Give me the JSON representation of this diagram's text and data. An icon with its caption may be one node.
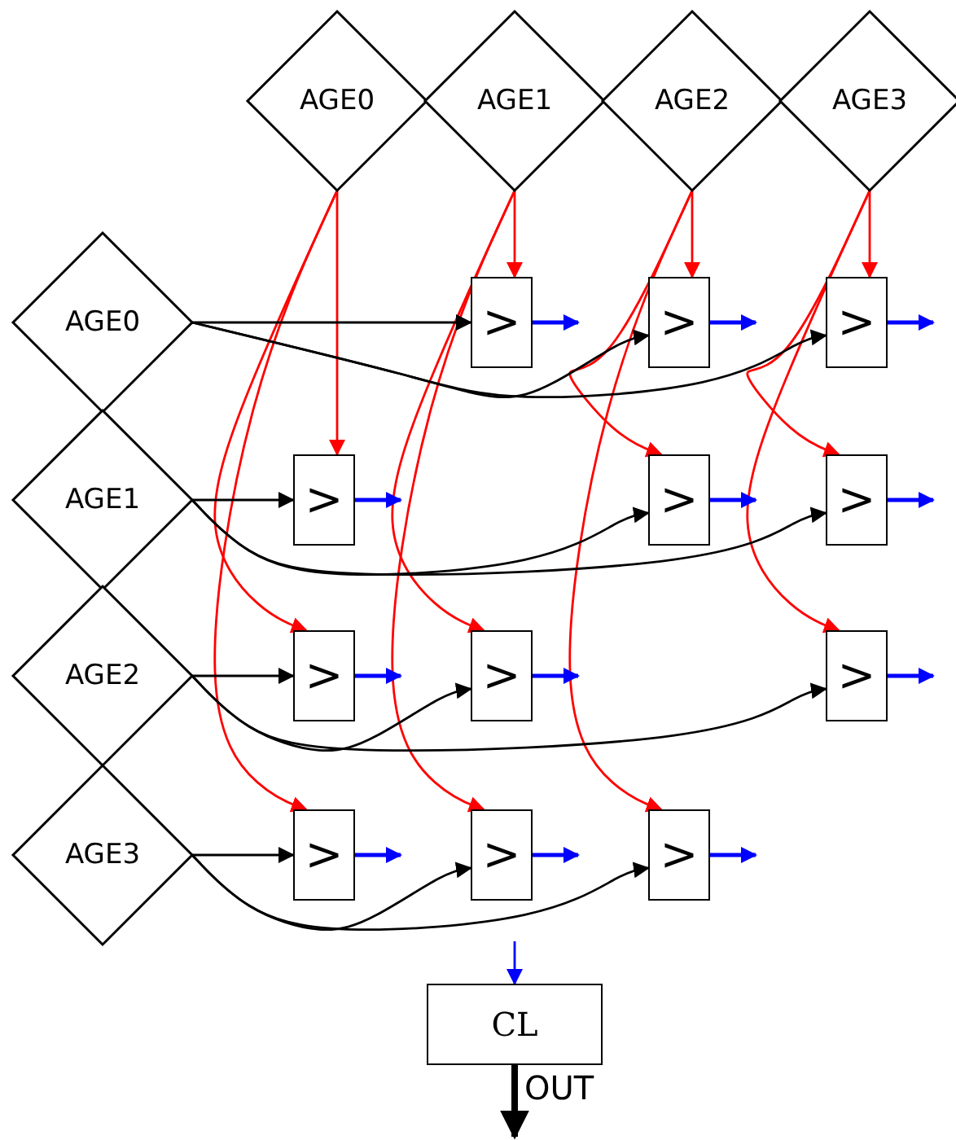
{
  "diagram": {
    "nodes": [
      {
        "text": [
          "AGE0"
        ]
      },
      {
        "text": [
          "AGE1"
        ]
      },
      {
        "text": [
          "AGE2"
        ]
      },
      {
        "text": [
          "AGE3"
        ]
      },
      {
        "text": [
          "AGE0"
        ]
      },
      {
        "text": [
          ">"
        ]
      },
      {
        "text": [
          ">"
        ]
      },
      {
        "text": [
          ">"
        ]
      },
      {
        "text": [
          "AGE1"
        ]
      },
      {
        "text": [
          ">"
        ]
      },
      {
        "text": [
          ">"
        ]
      },
      {
        "text": [
          ">"
        ]
      },
      {
        "text": [
          "AGE2"
        ]
      },
      {
        "text": [
          ">"
        ]
      },
      {
        "text": [
          ">"
        ]
      },
      {
        "text": [
          ">"
        ]
      },
      {
        "text": [
          "AGE3"
        ]
      },
      {
        "text": [
          ">"
        ]
      },
      {
        "text": [
          ">"
        ]
      },
      {
        "text": [
          ">"
        ]
      },
      {
        "text": [
          "CL"
        ]
      }
    ],
    "edges": [
      {
        "from": 1,
        "to": 5,
        "arrow": "to",
        "color": "#ff0000"
      },
      {
        "from": 2,
        "to": 6,
        "arrow": "to",
        "color": "#ff0000"
      },
      {
        "from": 3,
        "to": 7,
        "arrow": "to",
        "color": "#ff0000"
      },
      {
        "from": 0,
        "to": 9,
        "arrow": "to",
        "color": "#ff0000"
      },
      {
        "from": 2,
        "to": 10,
        "arrow": "to",
        "color": "#ff0000"
      },
      {
        "from": 3,
        "to": 11,
        "arrow": "to",
        "color": "#ff0000"
      },
      {
        "from": 0,
        "to": 13,
        "arrow": "to",
        "color": "#ff0000"
      },
      {
        "from": 1,
        "to": 14,
        "arrow": "to",
        "color": "#ff0000"
      },
      {
        "from": 3,
        "to": 15,
        "arrow": "to",
        "color": "#ff0000"
      },
      {
        "from": 0,
        "to": 17,
        "arrow": "to",
        "color": "#ff0000"
      },
      {
        "from": 1,
        "to": 18,
        "arrow": "to",
        "color": "#ff0000"
      },
      {
        "from": 2,
        "to": 19,
        "arrow": "to",
        "color": "#ff0000"
      },
      {
        "from": 4,
        "to": 5,
        "arrow": "to"
      },
      {
        "from": 4,
        "to": 6,
        "arrow": "to"
      },
      {
        "from": 4,
        "to": 7,
        "arrow": "to"
      },
      {
        "from": 8,
        "to": 9,
        "arrow": "to"
      },
      {
        "from": 8,
        "to": 10,
        "arrow": "to"
      },
      {
        "from": 8,
        "to": 11,
        "arrow": "to"
      },
      {
        "from": 12,
        "to": 13,
        "arrow": "to"
      },
      {
        "from": 12,
        "to": 14,
        "arrow": "to"
      },
      {
        "from": 12,
        "to": 15,
        "arrow": "to"
      },
      {
        "from": 16,
        "to": 17,
        "arrow": "to"
      },
      {
        "from": 16,
        "to": 18,
        "arrow": "to"
      },
      {
        "from": 16,
        "to": 19,
        "arrow": "to"
      },
      {
        "from": 5,
        "to": null,
        "arrow": "to",
        "color": "#0000ff"
      },
      {
        "from": 6,
        "to": null,
        "arrow": "to",
        "color": "#0000ff"
      },
      {
        "from": 7,
        "to": null,
        "arrow": "to",
        "color": "#0000ff"
      },
      {
        "from": 9,
        "to": null,
        "arrow": "to",
        "color": "#0000ff"
      },
      {
        "from": 10,
        "to": null,
        "arrow": "to",
        "color": "#0000ff"
      },
      {
        "from": 11,
        "to": null,
        "arrow": "to",
        "color": "#0000ff"
      },
      {
        "from": 13,
        "to": null,
        "arrow": "to",
        "color": "#0000ff"
      },
      {
        "from": 14,
        "to": null,
        "arrow": "to",
        "color": "#0000ff"
      },
      {
        "from": 15,
        "to": null,
        "arrow": "to",
        "color": "#0000ff"
      },
      {
        "from": 17,
        "to": null,
        "arrow": "to",
        "color": "#0000ff"
      },
      {
        "from": 18,
        "to": null,
        "arrow": "to",
        "color": "#0000ff"
      },
      {
        "from": 19,
        "to": null,
        "arrow": "to",
        "color": "#0000ff"
      },
      {
        "from": null,
        "to": 20,
        "arrow": "to",
        "color": "#0000ff"
      },
      {
        "from": 20,
        "to": null,
        "arrow": "to",
        "style": "thick"
      }
    ],
    "labels": [
      "OUT"
    ]
  }
}
